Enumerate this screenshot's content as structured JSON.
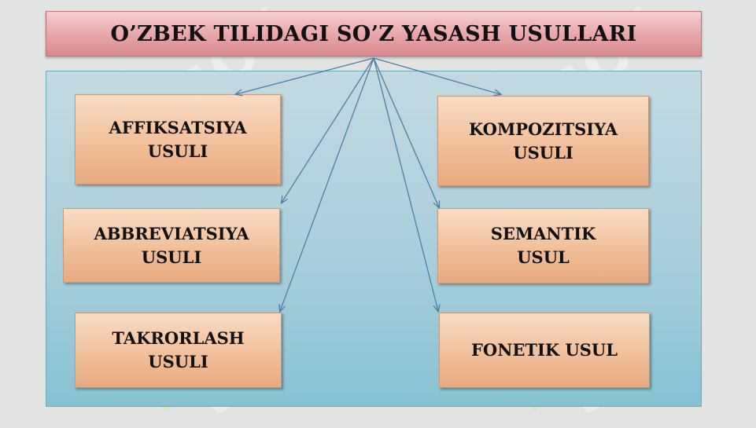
{
  "diagram": {
    "title": "O’ZBEK TILIDAGI SO’Z YASASH USULLARI",
    "methods": [
      {
        "line1": "AFFIKSATSIYA",
        "line2": "USULI"
      },
      {
        "line1": "ABBREVIATSIYA",
        "line2": "USULI"
      },
      {
        "line1": "TAKRORLASH",
        "line2": "USULI"
      },
      {
        "line1": "KOMPOZITSIYA",
        "line2": "USULI"
      },
      {
        "line1": "SEMANTIK",
        "line2": "USUL"
      },
      {
        "line1": "FONETIK USUL",
        "line2": ""
      }
    ]
  },
  "watermark": {
    "text": "SOF"
  },
  "colors": {
    "title_fill": "#e7a5a8",
    "panel_fill": "#a9cfdc",
    "box_fill": "#f0bd97",
    "arrow": "#4a7fa3"
  }
}
